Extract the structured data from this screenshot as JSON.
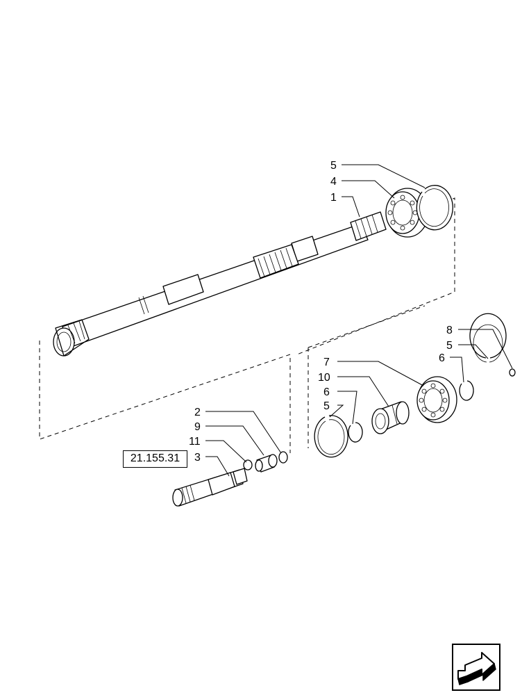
{
  "reference_link": {
    "label": "21.155.31"
  },
  "callouts": {
    "c5_top": "5",
    "c4": "4",
    "c1": "1",
    "c8": "8",
    "c5_right": "5",
    "c6_right": "6",
    "c7": "7",
    "c10": "10",
    "c6_mid": "6",
    "c5_mid": "5",
    "c2": "2",
    "c9": "9",
    "c11": "11",
    "c3": "3"
  },
  "nav_icon": "next-page-arrow-icon"
}
